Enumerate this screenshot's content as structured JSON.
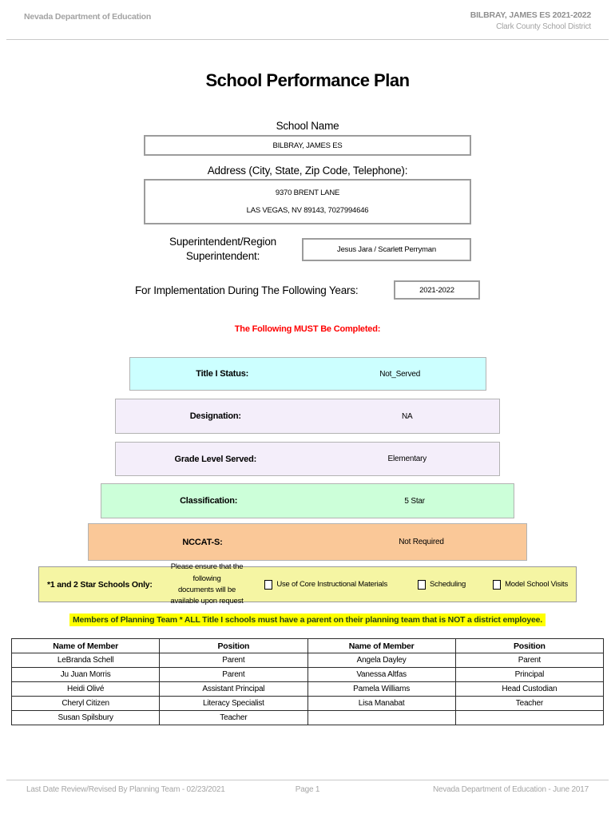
{
  "header": {
    "left": "Nevada Department of Education",
    "right_line1": "BILBRAY, JAMES ES  2021-2022",
    "right_line2": "Clark County School District"
  },
  "title": "School Performance Plan",
  "form": {
    "school_name_label": "School Name",
    "school_name_value": "BILBRAY, JAMES ES",
    "address_label": "Address (City, State, Zip Code, Telephone):",
    "address_line1": "9370 BRENT LANE",
    "address_line2": "LAS VEGAS, NV  89143, 7027994646",
    "superintendent_label": "Superintendent/Region Superintendent:",
    "superintendent_value": "Jesus Jara / Scarlett Perryman",
    "implementation_label": "For Implementation During The Following Years:",
    "implementation_value": "2021-2022"
  },
  "must_complete_notice": "The Following MUST Be Completed:",
  "status_rows": [
    {
      "label": "Title I Status:",
      "value": "Not_Served",
      "bg": "#CCFFFF"
    },
    {
      "label": "Designation:",
      "value": "NA",
      "bg": "#F4EEFA"
    },
    {
      "label": "Grade Level Served:",
      "value": "Elementary",
      "bg": "#F4EEFA"
    },
    {
      "label": "Classification:",
      "value": "5 Star",
      "bg": "#CCFFD9"
    },
    {
      "label": "NCCAT-S:",
      "value": "Not Required",
      "bg": "#FAC898"
    }
  ],
  "star_schools": {
    "label": "*1 and 2 Star Schools Only:",
    "note_line1": "Please ensure that the following",
    "note_line2": "documents will be available upon request",
    "checkboxes": [
      "Use of Core Instructional Materials",
      "Scheduling",
      "Model School Visits"
    ]
  },
  "planning_team_notice": "Members of Planning Team * ALL Title I schools must have a parent on their planning team that is NOT a district employee.",
  "team_table": {
    "headers": [
      "Name of Member",
      "Position",
      "Name of Member",
      "Position"
    ],
    "rows": [
      [
        "LeBranda Schell",
        "Parent",
        "Angela Dayley",
        "Parent"
      ],
      [
        "Ju Juan Morris",
        "Parent",
        "Vanessa Altfas",
        "Principal"
      ],
      [
        "Heidi Olivé",
        "Assistant Principal",
        "Pamela Williams",
        "Head Custodian"
      ],
      [
        "Cheryl Citizen",
        "Literacy Specialist",
        "Lisa Manabat",
        "Teacher"
      ],
      [
        "Susan Spilsbury",
        "Teacher",
        "",
        ""
      ]
    ]
  },
  "footer": {
    "left": "Last Date Review/Revised By Planning Team - 02/23/2021",
    "center": "Page 1",
    "right": "Nevada Department of Education - June 2017"
  },
  "colors": {
    "notice_red": "#FF0000",
    "highlight_yellow": "#FFFF00",
    "highlight_text_green": "#254117",
    "star_band_yellow": "#F5F5A3"
  }
}
